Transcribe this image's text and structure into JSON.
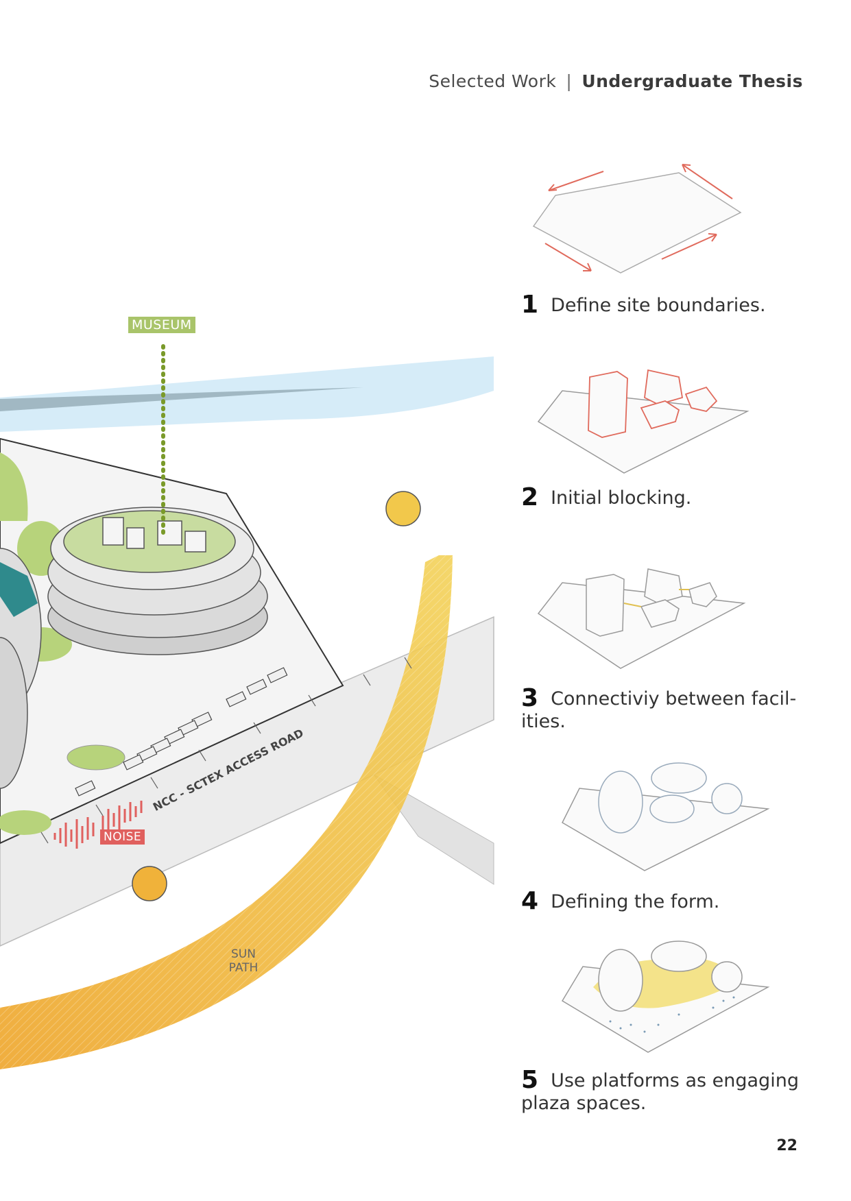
{
  "header": {
    "section": "Selected Work",
    "separator": "|",
    "title": "Undergraduate Thesis"
  },
  "page_number": "22",
  "site_plan": {
    "museum_label": "MUSEUM",
    "noise_label": "NOISE",
    "road_label": "NCC - SCTEX ACCESS ROAD",
    "sun_path_line1": "SUN",
    "sun_path_line2": "PATH",
    "colors": {
      "museum": "#a9c46a",
      "noise": "#e0605e",
      "sun_path": "#f0c64a",
      "river": "#cfe8f6"
    }
  },
  "steps": [
    {
      "number": "1",
      "text": "Define site boundaries."
    },
    {
      "number": "2",
      "text": "Initial blocking."
    },
    {
      "number": "3",
      "text": "Connectiviy between facil-ities."
    },
    {
      "number": "4",
      "text": "Defining the form."
    },
    {
      "number": "5",
      "text": "Use platforms as engaging plaza spaces."
    }
  ]
}
